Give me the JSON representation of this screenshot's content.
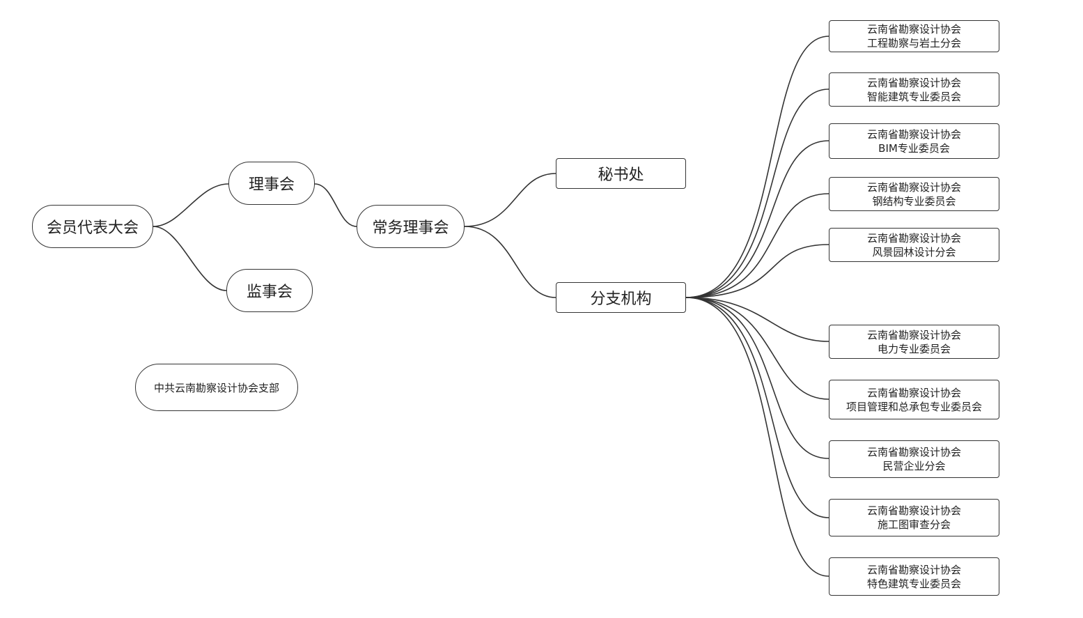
{
  "diagram": {
    "root": {
      "label": "会员代表大会"
    },
    "council": {
      "label": "理事会"
    },
    "supervisory": {
      "label": "监事会"
    },
    "standing": {
      "label": "常务理事会"
    },
    "secretariat": {
      "label": "秘书处"
    },
    "branches": {
      "label": "分支机构"
    },
    "party": {
      "label": "中共云南勘察设计协会支部"
    },
    "branch_items": [
      {
        "line1": "云南省勘察设计协会",
        "line2": "工程勘察与岩土分会"
      },
      {
        "line1": "云南省勘察设计协会",
        "line2": "智能建筑专业委员会"
      },
      {
        "line1": "云南省勘察设计协会",
        "line2": "BIM专业委员会"
      },
      {
        "line1": "云南省勘察设计协会",
        "line2": "钢结构专业委员会"
      },
      {
        "line1": "云南省勘察设计协会",
        "line2": "风景园林设计分会"
      },
      {
        "line1": "云南省勘察设计协会",
        "line2": "电力专业委员会"
      },
      {
        "line1": "云南省勘察设计协会",
        "line2": "项目管理和总承包专业委员会"
      },
      {
        "line1": "云南省勘察设计协会",
        "line2": "民营企业分会"
      },
      {
        "line1": "云南省勘察设计协会",
        "line2": "施工图审查分会"
      },
      {
        "line1": "云南省勘察设计协会",
        "line2": "特色建筑专业委员会"
      }
    ]
  }
}
